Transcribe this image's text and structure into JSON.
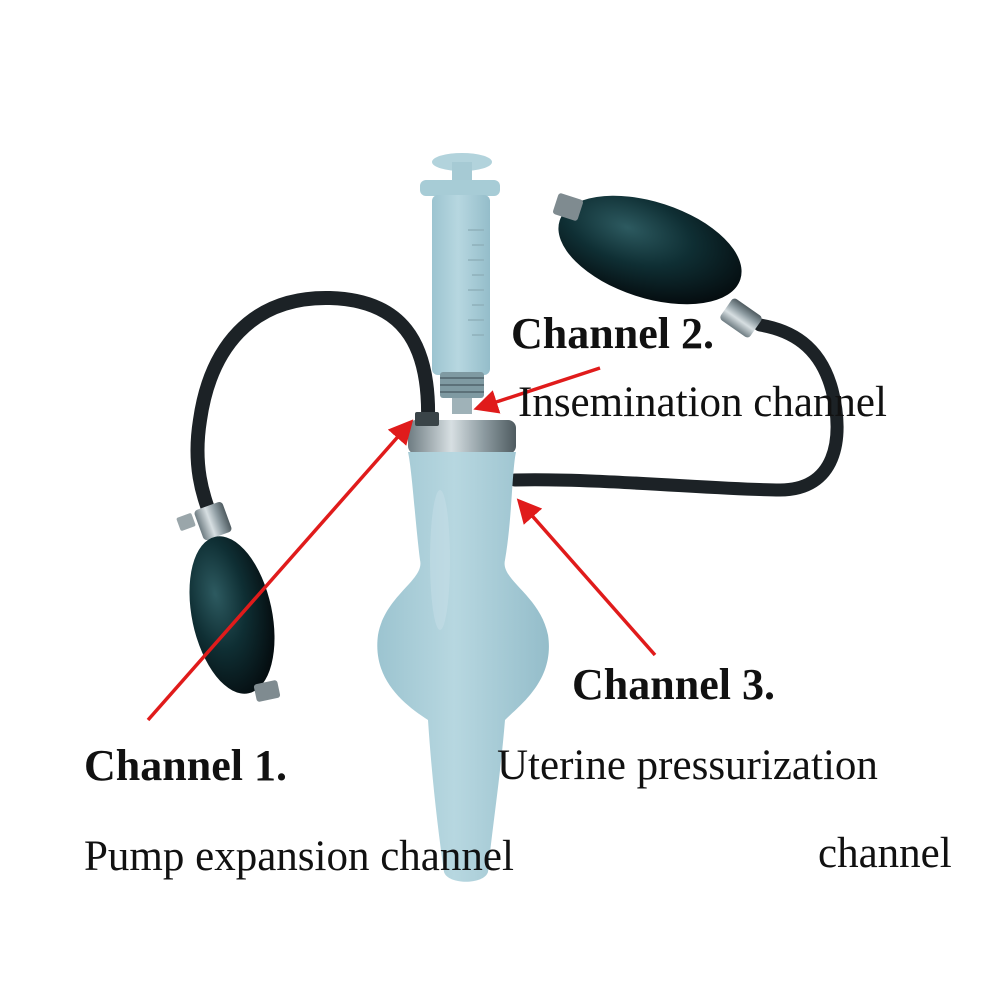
{
  "labels": {
    "channel1": {
      "heading": "Channel 1.",
      "description": "Pump expansion channel"
    },
    "channel2": {
      "heading": "Channel 2.",
      "description": "Insemination channel"
    },
    "channel3": {
      "heading": "Channel 3.",
      "description_line1": "Uterine pressurization",
      "description_line2": "channel"
    }
  },
  "colors": {
    "arrow": "#e01b1b",
    "device_body": "#a9cdd8",
    "device_shade": "#8fb8c6",
    "tube": "#1c2226",
    "bulb": "#0f2a2f",
    "metal": "#8a9aa0",
    "text": "#111111"
  },
  "icons": {
    "device": "catheter-device-illustration",
    "pumps": "rubber-bulb-pump-icon",
    "syringe": "syringe-icon"
  }
}
